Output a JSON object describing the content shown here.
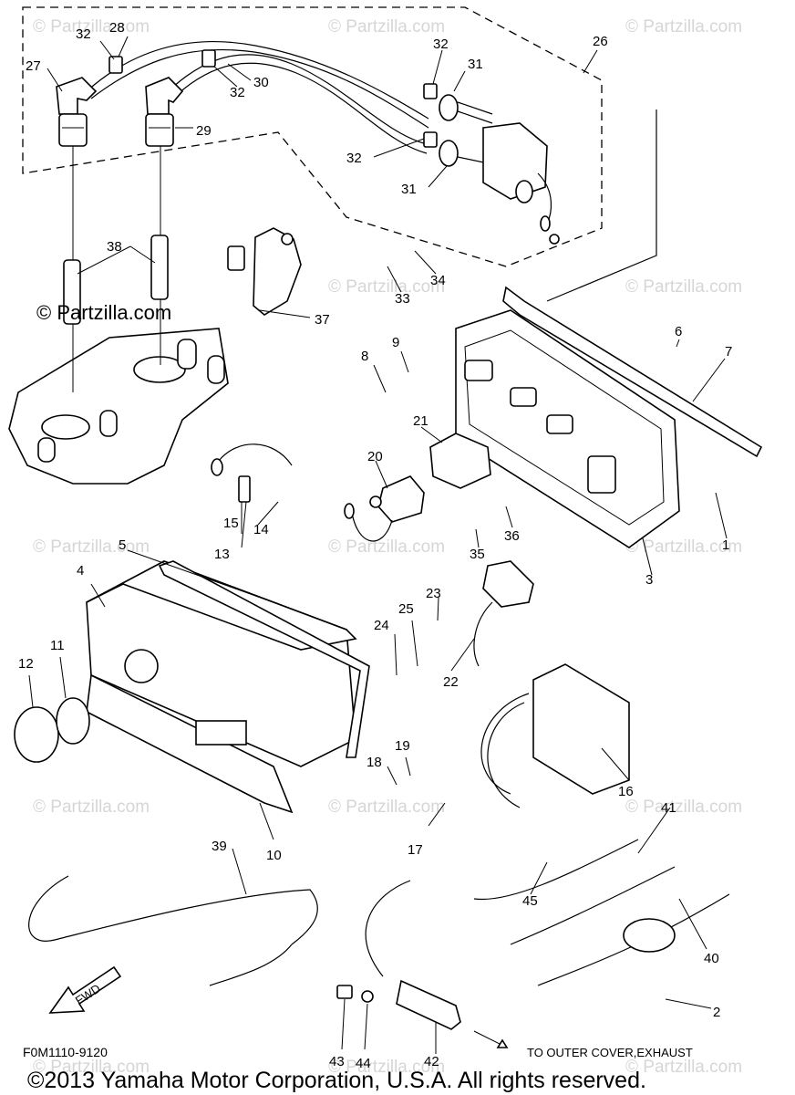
{
  "diagram_code": "F0M1110-9120",
  "flow_note": "TO OUTER COVER,EXHAUST",
  "copyright": "©2013 Yamaha Motor Corporation, U.S.A. All rights reserved.",
  "brand_watermark": "© Partzilla.com",
  "fwd_label": "FWD",
  "watermark_text": "© Partzilla.com",
  "callouts": [
    "1",
    "2",
    "3",
    "4",
    "5",
    "6",
    "7",
    "8",
    "9",
    "10",
    "11",
    "12",
    "13",
    "14",
    "15",
    "16",
    "17",
    "18",
    "19",
    "20",
    "21",
    "22",
    "23",
    "24",
    "25",
    "26",
    "27",
    "28",
    "29",
    "30",
    "31",
    "32",
    "33",
    "34",
    "35",
    "36",
    "37",
    "38",
    "39",
    "40",
    "41",
    "42",
    "43",
    "44",
    "45"
  ],
  "callout_32_repeats": [
    "32",
    "32",
    "32",
    "32"
  ],
  "callout_31_repeat": "31"
}
